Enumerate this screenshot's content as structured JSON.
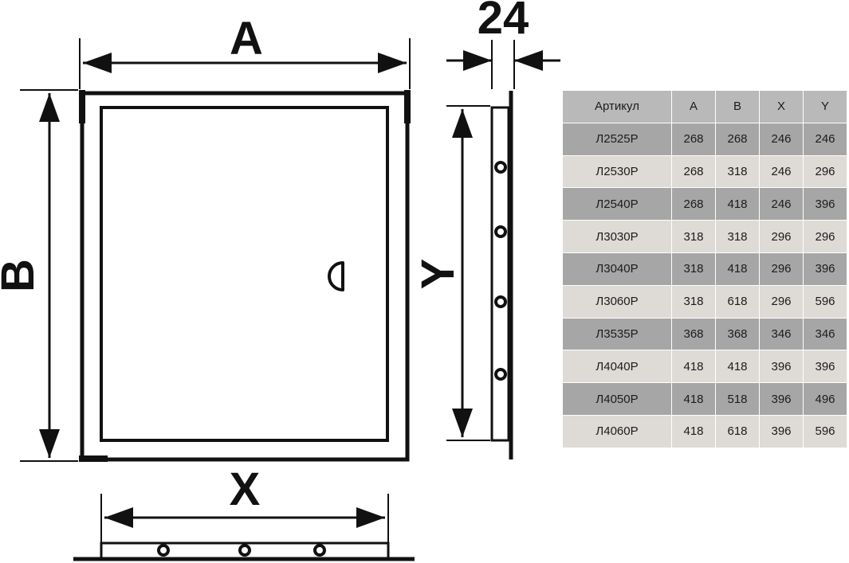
{
  "labels": {
    "A": "A",
    "B": "B",
    "X": "X",
    "Y": "Y",
    "depth": "24"
  },
  "table": {
    "headers": [
      "Артикул",
      "A",
      "B",
      "X",
      "Y"
    ],
    "rows": [
      [
        "Л2525Р",
        "268",
        "268",
        "246",
        "246"
      ],
      [
        "Л2530Р",
        "268",
        "318",
        "246",
        "296"
      ],
      [
        "Л2540Р",
        "268",
        "418",
        "246",
        "396"
      ],
      [
        "Л3030Р",
        "318",
        "318",
        "296",
        "296"
      ],
      [
        "Л3040Р",
        "318",
        "418",
        "296",
        "396"
      ],
      [
        "Л3060Р",
        "318",
        "618",
        "296",
        "596"
      ],
      [
        "Л3535Р",
        "368",
        "368",
        "346",
        "346"
      ],
      [
        "Л4040Р",
        "418",
        "418",
        "396",
        "396"
      ],
      [
        "Л4050Р",
        "418",
        "518",
        "396",
        "496"
      ],
      [
        "Л4060Р",
        "418",
        "618",
        "396",
        "596"
      ]
    ]
  }
}
